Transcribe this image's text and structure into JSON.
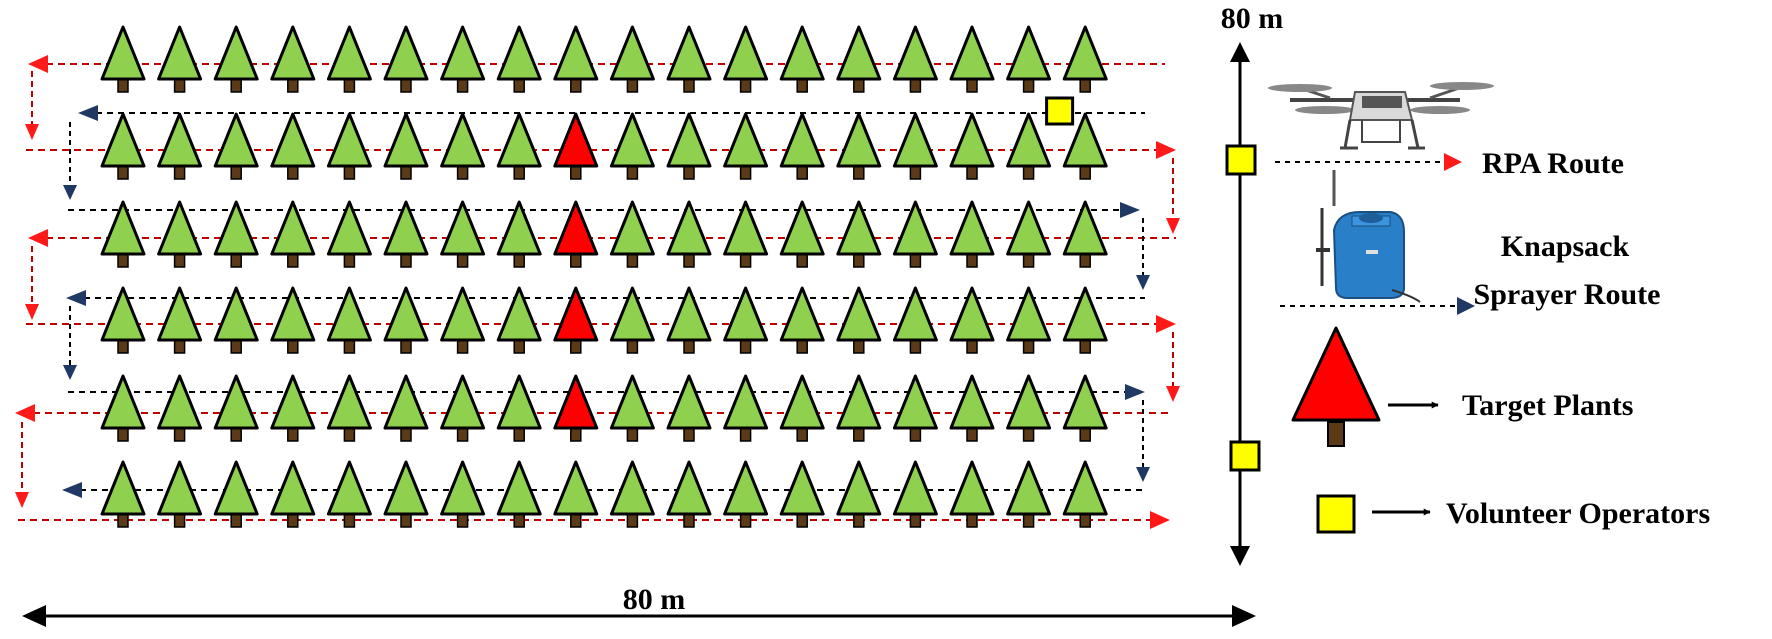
{
  "diagram": {
    "dimension_horizontal": "80 m",
    "dimension_vertical": "80 m",
    "rows": 6,
    "trees_per_row": 18,
    "target_tree_column": 9,
    "target_tree_rows": [
      2,
      3,
      4,
      5
    ],
    "operator_in_field": {
      "row_gap": 1,
      "column": 17
    },
    "colors": {
      "tree_fill": "#8fd14f",
      "target_fill": "#ff0000",
      "trunk": "#5b3a17",
      "rpa_route": "#c00000",
      "rpa_arrow": "#ff1a1a",
      "knapsack_route": "#1f3864",
      "operator_fill": "#ffff00"
    }
  },
  "legend": {
    "rpa_route": "RPA Route",
    "knapsack_line1": "Knapsack",
    "knapsack_line2": "Sprayer Route",
    "target_plants": "Target Plants",
    "volunteer_operators": "Volunteer Operators",
    "rpa_icon": "drone-icon",
    "knapsack_icon": "knapsack-sprayer-icon"
  }
}
